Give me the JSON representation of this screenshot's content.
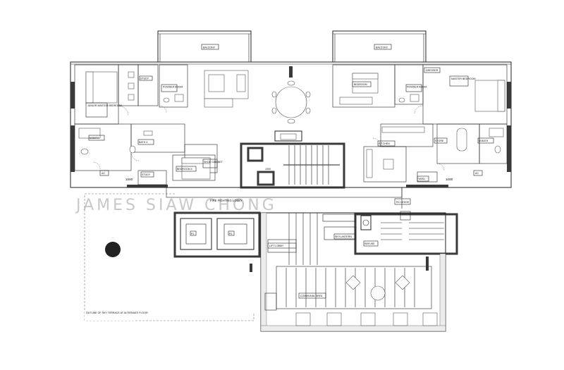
{
  "watermark": "JAMES SIAW CHONG",
  "rooms": {
    "balcony_left": "BALCONY",
    "balcony_right": "BALCONY",
    "study_top": "STUDY",
    "powder_room_left": "POWDER ROOM",
    "powder_room_right": "POWDER ROOM",
    "junior_master_bedroom": "JUNIOR MASTER BEDROOM",
    "bedroom_right": "BEDROOM",
    "dresser": "DRESSER",
    "master_bedroom": "MASTER BEDROOM",
    "m_bath_left": "M.BATH",
    "bath_4": "BATH 4",
    "bedroom_4": "BEDROOM 4",
    "shoe_cabinet": "SHOE CABINET",
    "study_left": "STUDY",
    "kitchen": "KITCHEN",
    "store": "STORE",
    "m_bath_right": "M.BATH",
    "yard": "YARD",
    "ac_left": "AC",
    "ac_right": "AC",
    "dim_left": "1000",
    "dim_right": "1000",
    "dim_mid": "1000",
    "fire_fighting_lobby": "FIRE FIGHTING LOBBY",
    "rc_ledge": "RC LEDGE",
    "lift_left": "P1",
    "lift_right": "P2",
    "lift_lobby": "LIFT LOBBY",
    "refuse": "REFUSE",
    "skylantern": "SKYLANTERN",
    "communal_area": "COMMUNAL AREA",
    "outline_note": "OUTLINE OF SKY TERRACE AT ALTERNATE FLOOR"
  }
}
